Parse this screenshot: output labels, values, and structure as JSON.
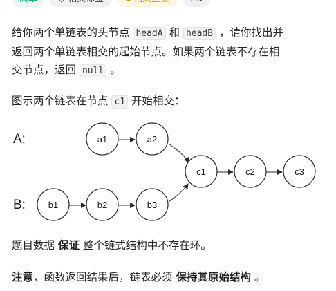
{
  "tags": {
    "difficulty": "简单",
    "related_topics": "相关标签",
    "companies": "相关企业",
    "font_size": "Aa"
  },
  "para1": {
    "t1": "给你两个单链表的头节点 ",
    "c1": "headA",
    "t2": " 和 ",
    "c2": "headB",
    "t3": " ，请你找出并",
    "line2": "返回两个单链表相交的起始节点。如果两个链表不存在相",
    "t4": "交节点，返回 ",
    "c3": "null",
    "t5": " 。"
  },
  "para2": {
    "t1": "图示两个链表在节点 ",
    "c1": "c1",
    "t2": " 开始相交："
  },
  "diagram": {
    "label_a": "A:",
    "label_b": "B:",
    "nodes": {
      "a1": "a1",
      "a2": "a2",
      "b1": "b1",
      "b2": "b2",
      "b3": "b3",
      "c1": "c1",
      "c2": "c2",
      "c3": "c3"
    }
  },
  "para3": {
    "t1": "题目数据 ",
    "b1": "保证",
    "t2": " 整个链式结构中不存在环。"
  },
  "para4": {
    "b1": "注意",
    "t1": "，函数返回结果后，链表必须 ",
    "b2": "保持其原始结构",
    "t2": " 。"
  }
}
